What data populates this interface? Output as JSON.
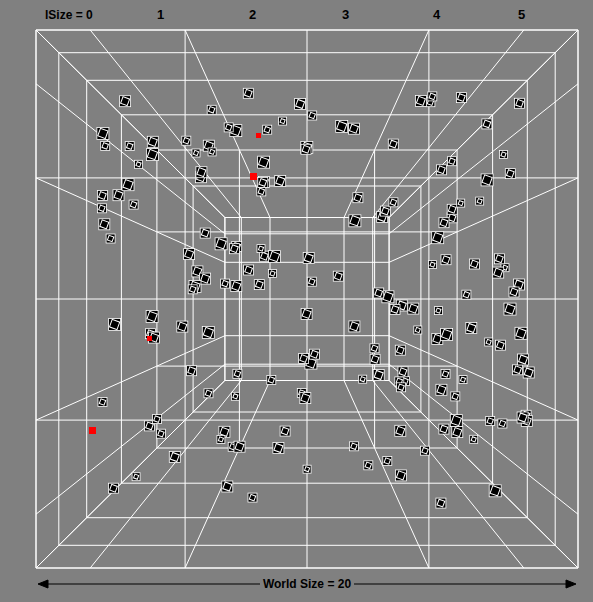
{
  "diagram": {
    "labels": [
      "lSize = 0",
      "1",
      "2",
      "3",
      "4",
      "5",
      "World Size = 20"
    ]
  }
}
